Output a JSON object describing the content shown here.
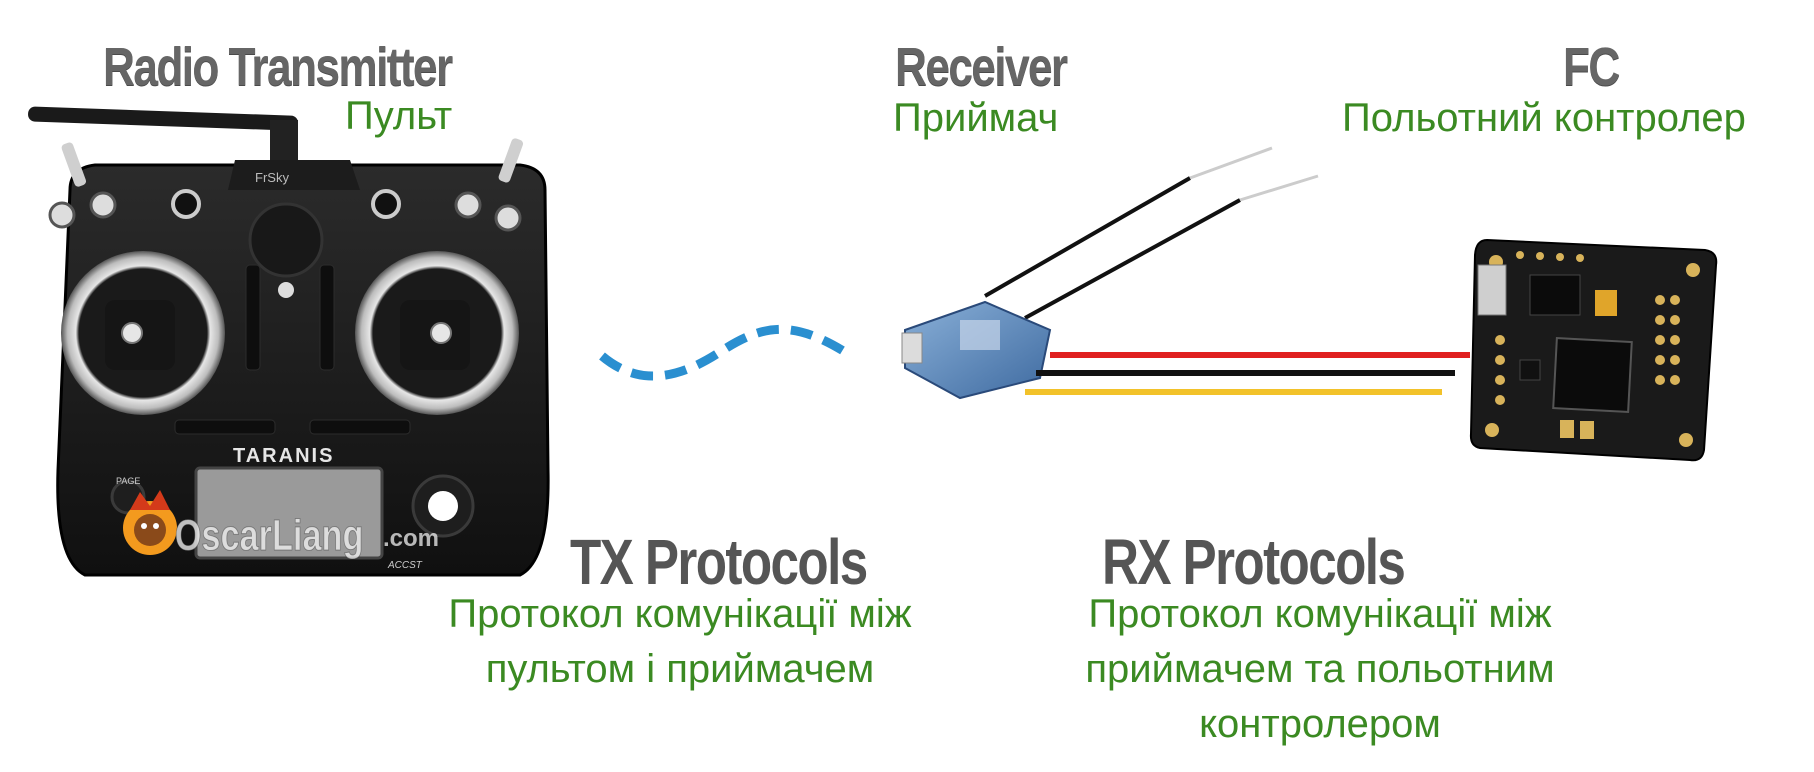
{
  "transmitter": {
    "title": "Radio Transmitter",
    "subtitle": "Пульт",
    "brand": "FrSky",
    "model": "TARANIS",
    "accst": "ACCST",
    "page_key": "PAGE"
  },
  "receiver": {
    "title": "Receiver",
    "subtitle": "Приймач"
  },
  "fc": {
    "title": "FC",
    "subtitle": "Польотний контролер"
  },
  "tx_protocols": {
    "title": "TX Protocols",
    "line1": "Протокол комунікації між",
    "line2": "пультом і приймачем"
  },
  "rx_protocols": {
    "title": "RX Protocols",
    "line1": "Протокол комунікації між",
    "line2": "приймачем та польотним",
    "line3": "контролером"
  },
  "watermark": {
    "name": "OscarLiang",
    "suffix": ".com"
  },
  "colors": {
    "label_green": "#3b8a22",
    "title_gray": "#666666",
    "radio_wave": "#2a8fd0",
    "wire_red": "#e02020",
    "wire_black": "#111111",
    "wire_yellow": "#f2c22a"
  }
}
